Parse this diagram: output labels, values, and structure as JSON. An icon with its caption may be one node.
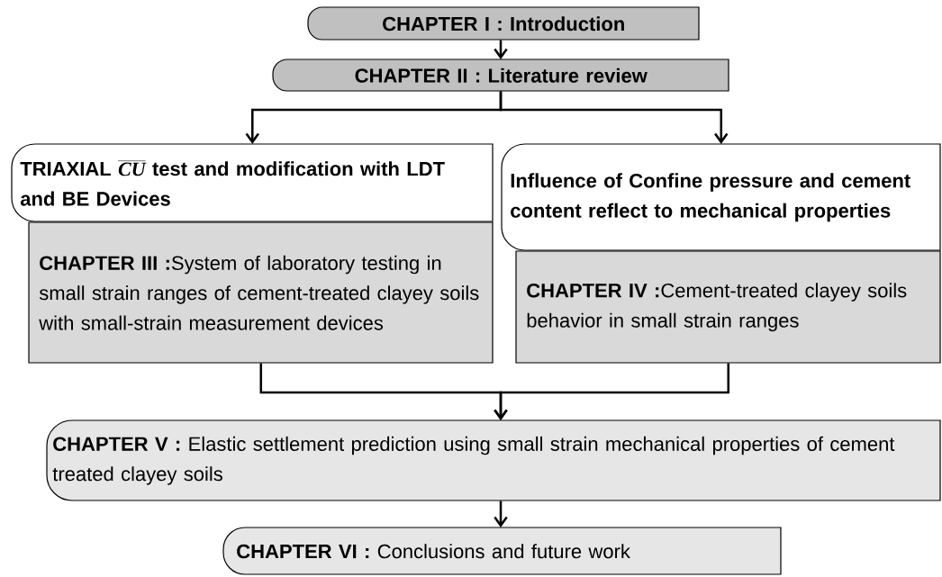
{
  "diagram": {
    "nodes": [
      {
        "text": [
          "CHAPTER I : Introduction"
        ]
      },
      {
        "text": [
          "CHAPTER II : Literature review"
        ]
      },
      {
        "text": [
          "TRIAXIAL *CU* test and modification with LDT and BE Devices"
        ]
      },
      {
        "text": [
          "**CHAPTER III :**System of laboratory testing in small strain ranges of cement-treated clayey soils with small-strain measurement devices"
        ]
      },
      {
        "text": [
          "Influence of Confine pressure and cement content reflect to mechanical properties"
        ]
      },
      {
        "text": [
          "**CHAPTER IV :**Cement-treated clayey soils behavior in small strain ranges"
        ]
      },
      {
        "text": [
          "**CHAPTER V :** Elastic settlement prediction using small strain mechanical properties of cement treated clayey soils"
        ]
      },
      {
        "text": [
          "**CHAPTER VI :** Conclusions and future work"
        ]
      }
    ],
    "edges": [
      {
        "from": 0,
        "to": 1,
        "arrow": "to"
      },
      {
        "from": 1,
        "to": 2,
        "arrow": "to"
      },
      {
        "from": 1,
        "to": 4,
        "arrow": "to"
      },
      {
        "from": 3,
        "to": 6,
        "arrow": "to"
      },
      {
        "from": 5,
        "to": 6,
        "arrow": "to"
      },
      {
        "from": 6,
        "to": 7,
        "arrow": "to"
      }
    ]
  }
}
